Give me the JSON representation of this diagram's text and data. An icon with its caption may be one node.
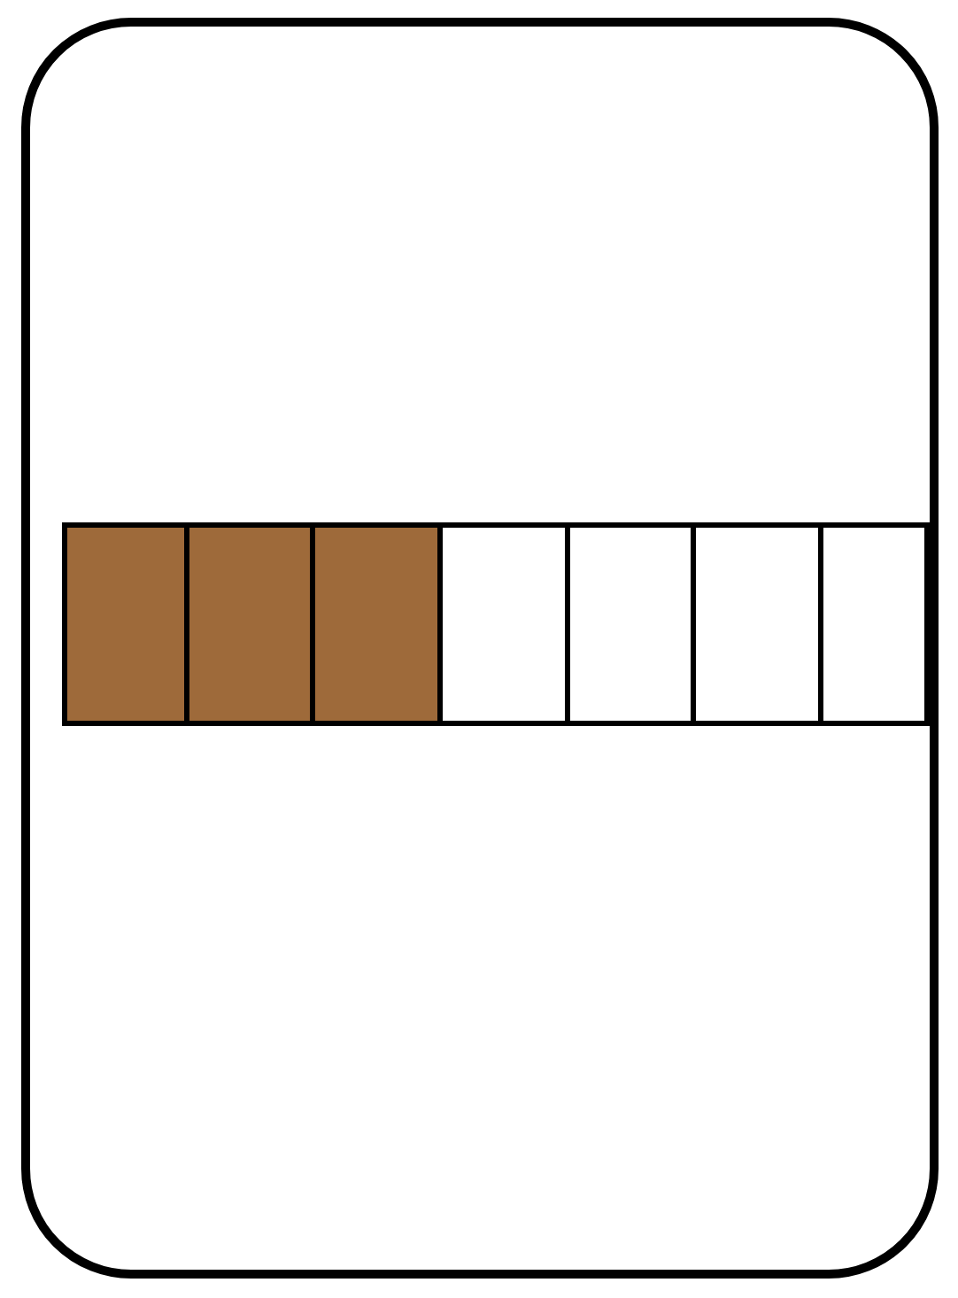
{
  "diagram": {
    "nodes": [
      {
        "text": [],
        "shape": "box"
      },
      {
        "text": [],
        "shape": "box",
        "in": 0
      },
      {
        "text": [],
        "shape": "box",
        "in": 0
      },
      {
        "text": [],
        "shape": "box",
        "in": 0
      },
      {
        "text": [],
        "shape": "box",
        "in": 0
      },
      {
        "text": [],
        "shape": "box",
        "in": 0
      },
      {
        "text": [],
        "shape": "box",
        "in": 0
      },
      {
        "text": [],
        "shape": "box",
        "in": 0
      }
    ]
  }
}
